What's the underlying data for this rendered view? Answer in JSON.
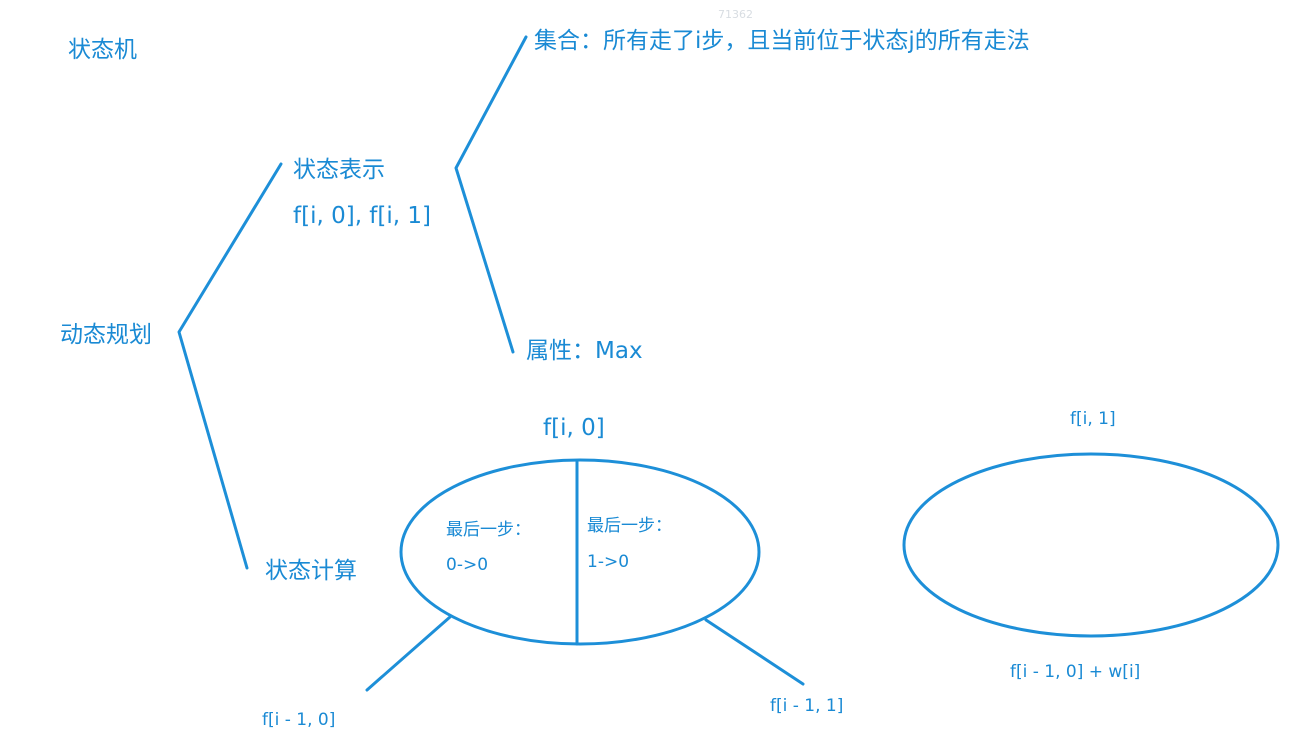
{
  "diagram": {
    "title": "状态机",
    "root": "动态规划",
    "branch_representation": {
      "label": "状态表示",
      "states": "f[i, 0], f[i, 1]",
      "set": "集合：所有走了i步，且当前位于状态j的所有走法",
      "property": "属性：Max"
    },
    "branch_computation": {
      "label": "状态计算"
    },
    "set_f0": {
      "title": "f[i, 0]",
      "left_part": {
        "line1": "最后一步：",
        "line2": "0->0"
      },
      "right_part": {
        "line1": "最后一步：",
        "line2": "1->0"
      },
      "left_result": "f[i - 1, 0]",
      "right_result": "f[i - 1, 1]"
    },
    "set_f1": {
      "title": "f[i, 1]",
      "result": "f[i - 1, 0] + w[i]"
    },
    "watermark": "71362",
    "colors": {
      "ink": "#1a8ad4",
      "stroke": "#1d8fd8",
      "background": "#ffffff"
    }
  }
}
